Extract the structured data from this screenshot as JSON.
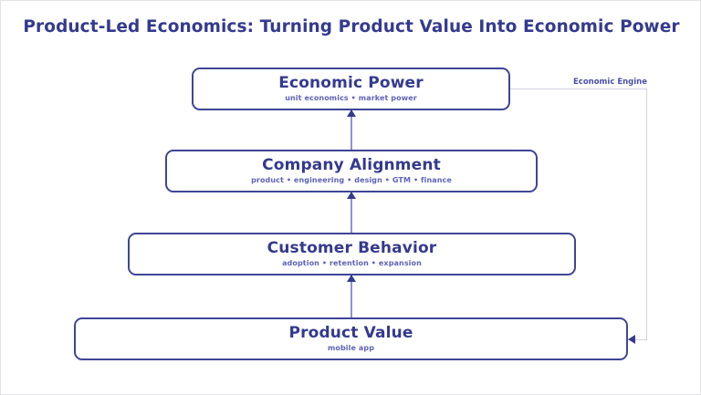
{
  "diagram": {
    "title": "Product-Led Economics: Turning Product Value Into Economic Power",
    "type": "layered-stack-with-feedback-loop",
    "accent_color": "#343a8f",
    "box_border_color": "#3f4596",
    "connector_color": "#8e93d4",
    "loop_color": "#d2d3e4",
    "background_color": "#ffffff",
    "layers": [
      {
        "id": "economic-power",
        "label": "Economic Power",
        "subtitle": "unit economics • market power",
        "level": 4
      },
      {
        "id": "company-alignment",
        "label": "Company Alignment",
        "subtitle": "product • engineering • design • GTM • finance",
        "level": 3
      },
      {
        "id": "customer-behavior",
        "label": "Customer Behavior",
        "subtitle": "adoption • retention • expansion",
        "level": 2
      },
      {
        "id": "product-value",
        "label": "Product Value",
        "subtitle": "mobile app",
        "level": 1
      }
    ],
    "connectors": [
      {
        "from": "product-value",
        "to": "customer-behavior",
        "direction": "up"
      },
      {
        "from": "customer-behavior",
        "to": "company-alignment",
        "direction": "up"
      },
      {
        "from": "company-alignment",
        "to": "economic-power",
        "direction": "up"
      }
    ],
    "feedback_loop": {
      "label": "Economic Engine",
      "from": "economic-power",
      "to": "product-value",
      "direction": "left"
    }
  }
}
